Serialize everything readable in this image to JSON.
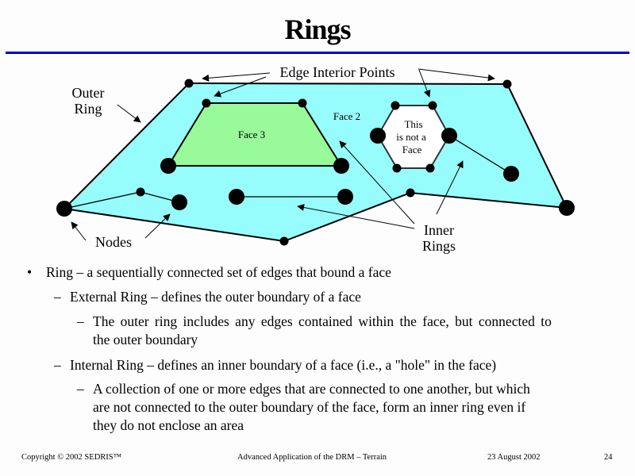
{
  "slide": {
    "title": "Rings",
    "accent_color": "#0000d0"
  },
  "diagram": {
    "labels": {
      "edge_interior_points": "Edge Interior Points",
      "outer_ring_line1": "Outer",
      "outer_ring_line2": "Ring",
      "face2": "Face 2",
      "face3": "Face 3",
      "not_face_line1": "This",
      "not_face_line2": "is not a",
      "not_face_line3": "Face",
      "nodes": "Nodes",
      "inner_rings_line1": "Inner",
      "inner_rings_line2": "Rings"
    },
    "colors": {
      "face2_fill": "#96fcfc",
      "face3_fill": "#98fa98",
      "hole_fill": "#ffffff"
    }
  },
  "bullets": [
    {
      "level": 1,
      "marker": "•",
      "lines": [
        "Ring – a sequentially connected set of edges that bound a face"
      ]
    },
    {
      "level": 2,
      "marker": "–",
      "lines": [
        "External Ring – defines the outer boundary of a face"
      ]
    },
    {
      "level": 3,
      "marker": "–",
      "lines": [
        "The outer ring includes any edges contained within the face, but connected to",
        "the outer boundary"
      ]
    },
    {
      "level": 2,
      "marker": "–",
      "lines": [
        "Internal Ring – defines an inner boundary of a face (i.e., a \"hole\" in the face)"
      ]
    },
    {
      "level": 3,
      "marker": "–",
      "lines": [
        "A collection of one or more edges that are connected to one another, but which",
        "are not connected to the outer boundary of the face, form an inner ring even if",
        "they do not enclose an area"
      ]
    }
  ],
  "footer": {
    "copyright": "Copyright © 2002 SEDRIS™",
    "center": "Advanced Application of the DRM – Terrain",
    "date": "23 August 2002",
    "page": "24"
  }
}
